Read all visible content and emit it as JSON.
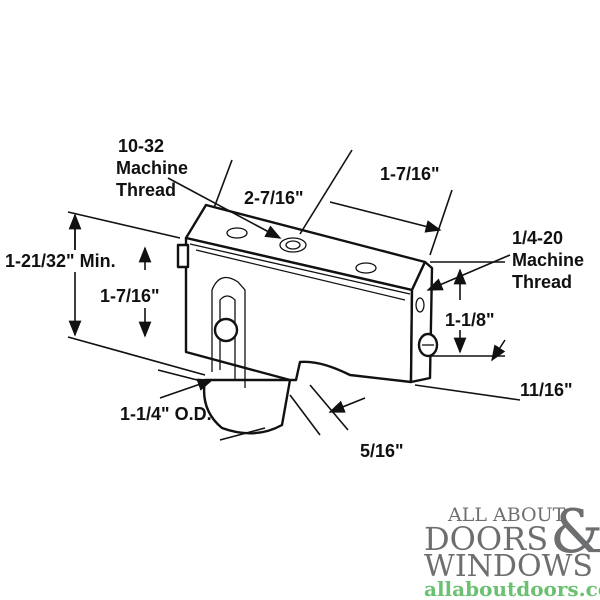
{
  "labels": {
    "machine_thread_top": [
      "10-32",
      "Machine",
      "Thread"
    ],
    "length_top": "2-7/16\"",
    "length_top_right": "1-7/16\"",
    "machine_thread_side": [
      "1/4-20",
      "Machine",
      "Thread"
    ],
    "height_min": "1-21/32\" Min.",
    "height_left": "1-7/16\"",
    "side_height": "1-1/8\"",
    "width": "11/16\"",
    "wheel_diameter": "1-1/4\" O.D.",
    "wheel_width": "5/16\""
  },
  "logo": {
    "line1": "ALL ABOUT",
    "line2": "DOORS",
    "ampersand": "&",
    "line3": "WINDOWS",
    "url": "allaboutdoors.com"
  },
  "colors": {
    "logo_gray": "#6d6e70",
    "logo_green": "#6cc072"
  }
}
